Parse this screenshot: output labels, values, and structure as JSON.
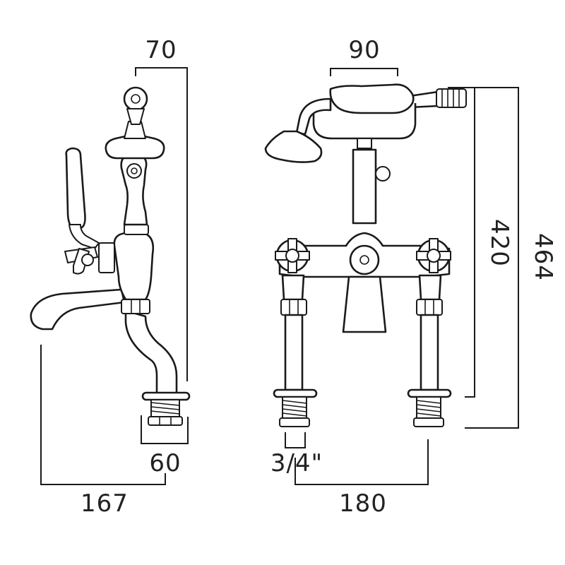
{
  "diagram": {
    "dimensions": {
      "side_width_top": "70",
      "side_base_width": "60",
      "side_reach": "167",
      "front_handset_width": "90",
      "inlet_size": "3/4\"",
      "centres": "180",
      "height_inner": "420",
      "height_overall": "464"
    }
  }
}
